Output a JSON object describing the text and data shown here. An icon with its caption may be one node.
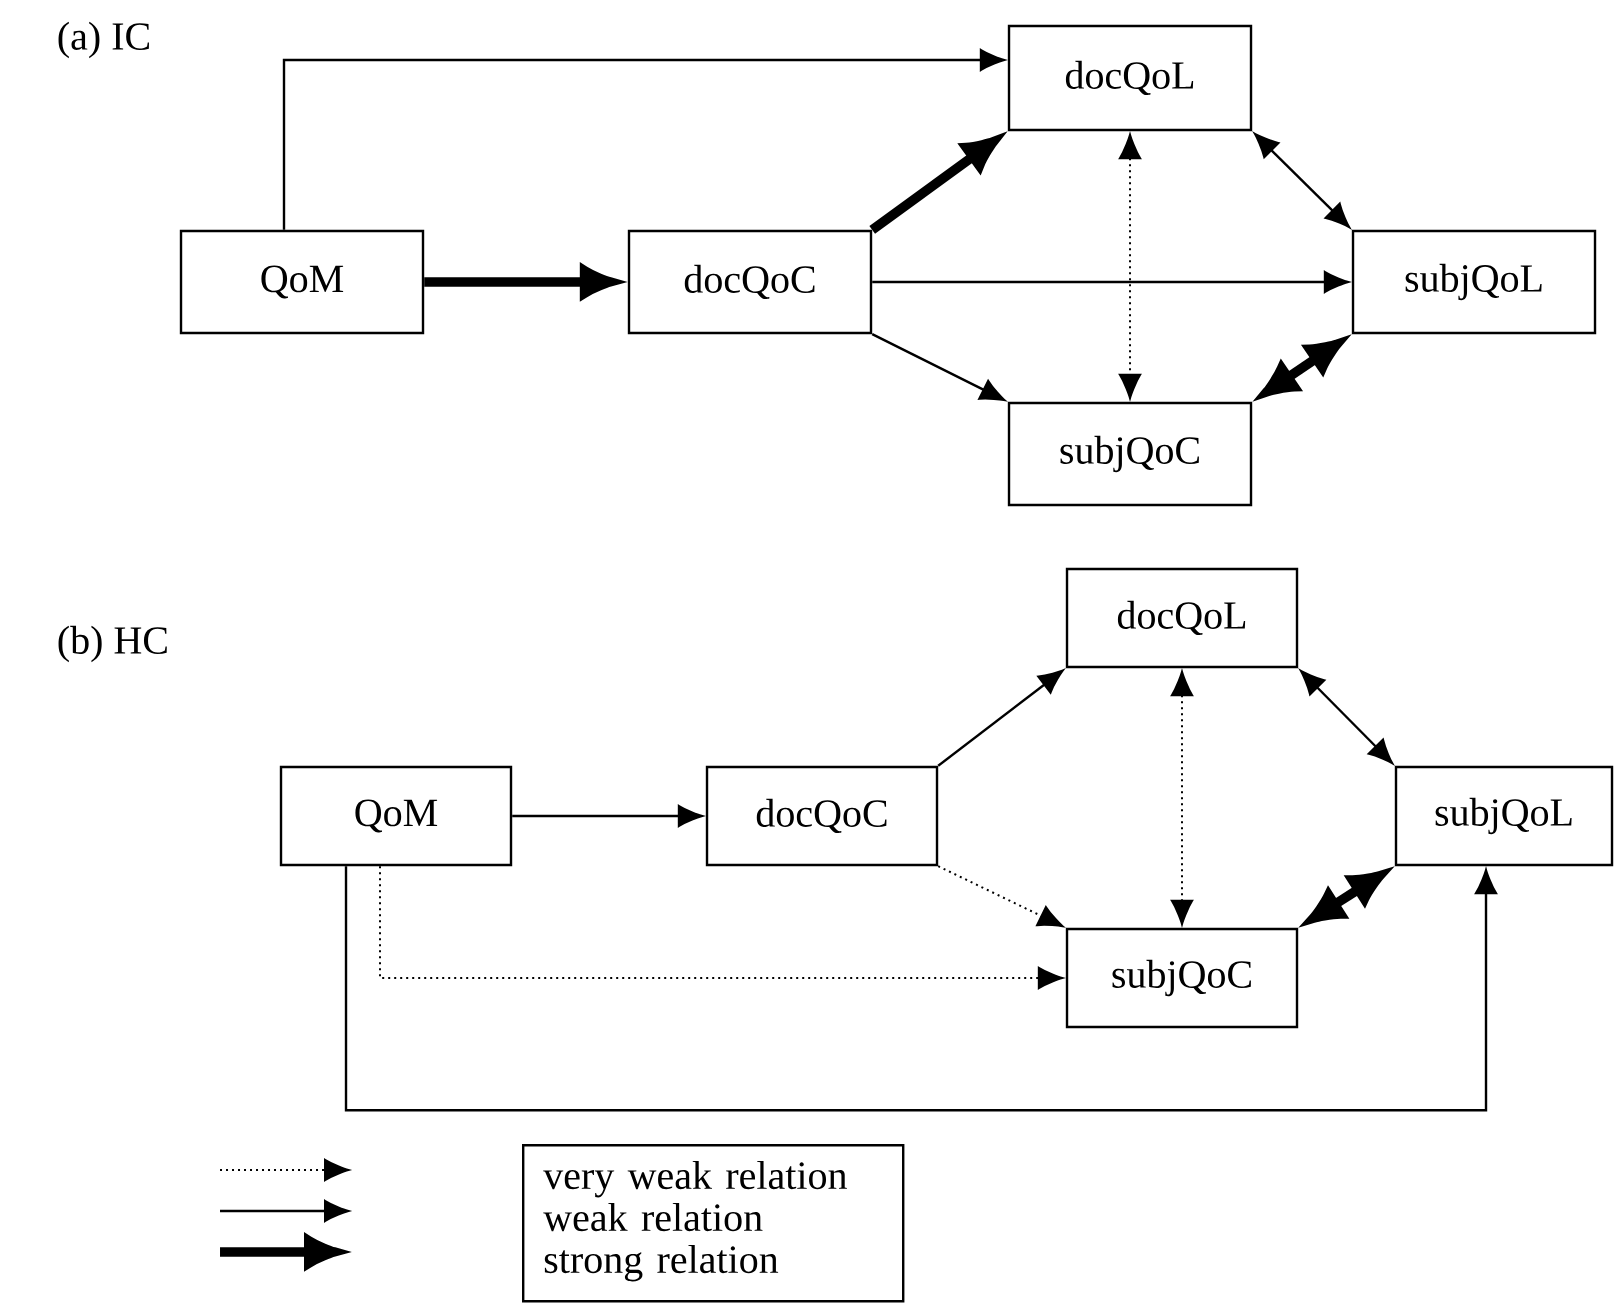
{
  "diagram": {
    "nodes": [
      {
        "text": [
          "QoM"
        ]
      },
      {
        "text": [
          "docQoC"
        ]
      },
      {
        "text": [
          "docQoL"
        ]
      },
      {
        "text": [
          "subjQoL"
        ]
      },
      {
        "text": [
          "subjQoC"
        ]
      },
      {
        "text": [
          "QoM"
        ]
      },
      {
        "text": [
          "docQoC"
        ]
      },
      {
        "text": [
          "docQoL"
        ]
      },
      {
        "text": [
          "subjQoL"
        ]
      },
      {
        "text": [
          "subjQoC"
        ]
      }
    ],
    "edges": [
      {
        "from": 0,
        "to": 2,
        "arrow": "to"
      },
      {
        "from": 0,
        "to": 1,
        "arrow": "to",
        "style": "thick"
      },
      {
        "from": 1,
        "to": 2,
        "arrow": "to",
        "style": "thick"
      },
      {
        "from": 1,
        "to": 3,
        "arrow": "to"
      },
      {
        "from": 1,
        "to": 4,
        "arrow": "to"
      },
      {
        "from": 2,
        "to": 4,
        "arrow": "both",
        "style": "dashed"
      },
      {
        "from": 2,
        "to": 3,
        "arrow": "both"
      },
      {
        "from": 4,
        "to": 3,
        "arrow": "both",
        "style": "thick"
      },
      {
        "from": 5,
        "to": 6,
        "arrow": "to"
      },
      {
        "from": 6,
        "to": 7,
        "arrow": "to"
      },
      {
        "from": 6,
        "to": 9,
        "arrow": "to",
        "style": "dashed"
      },
      {
        "from": 5,
        "to": 9,
        "arrow": "to",
        "style": "dashed"
      },
      {
        "from": 5,
        "to": 8,
        "arrow": "to"
      },
      {
        "from": 7,
        "to": 9,
        "arrow": "both",
        "style": "dashed"
      },
      {
        "from": 7,
        "to": 8,
        "arrow": "both"
      },
      {
        "from": 9,
        "to": 8,
        "arrow": "both",
        "style": "thick"
      }
    ],
    "labels": [
      "(a) IC",
      "(b) HC"
    ],
    "legend": [
      {
        "text": "very weak relation"
      },
      {
        "text": "weak relation"
      },
      {
        "text": "strong relation"
      }
    ]
  }
}
